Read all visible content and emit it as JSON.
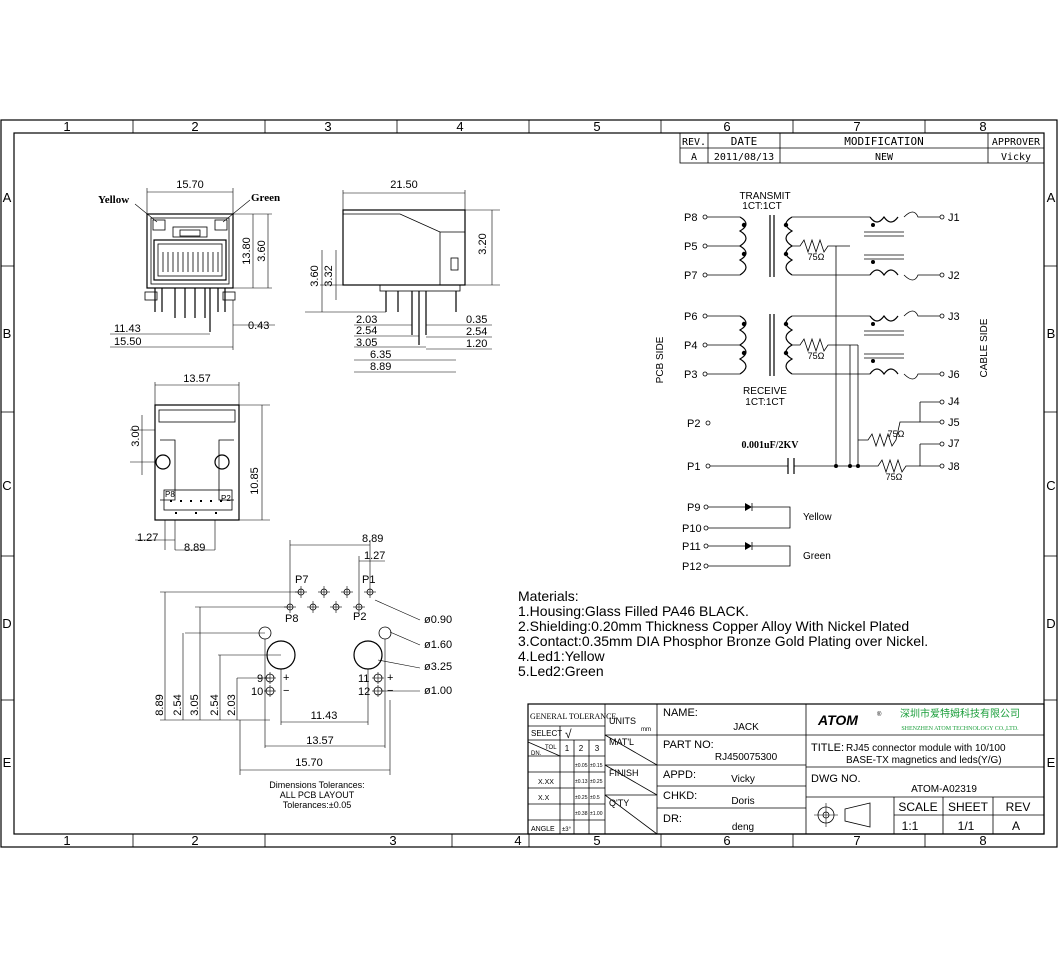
{
  "border": {
    "cols_top": [
      "1",
      "2",
      "3",
      "4",
      "5",
      "6",
      "7",
      "8"
    ],
    "cols_bottom": [
      "1",
      "2",
      "3",
      "4",
      "5",
      "6",
      "7",
      "8"
    ],
    "rows_left": [
      "A",
      "B",
      "C",
      "D",
      "E"
    ],
    "rows_right": [
      "A",
      "B",
      "C",
      "D",
      "E"
    ]
  },
  "revision_table": {
    "headers": [
      "REV.",
      "DATE",
      "MODIFICATION",
      "APPROVER"
    ],
    "row": [
      "A",
      "2011/08/13",
      "NEW",
      "Vicky"
    ]
  },
  "front_view": {
    "width": "15.70",
    "label_yellow": "Yellow",
    "label_green": "Green",
    "h1": "13.80",
    "h2": "3.60",
    "d1": "11.43",
    "d2": "15.50",
    "d3": "0.43"
  },
  "side_view": {
    "length": "21.50",
    "h_right": "3.20",
    "h_left1": "3.60",
    "h_left2": "3.32",
    "b1": "2.03",
    "b2": "2.54",
    "b3": "3.05",
    "b4": "6.35",
    "b5": "8.89",
    "r1": "0.35",
    "r2": "2.54",
    "r3": "1.20"
  },
  "bottom_view": {
    "width": "13.57",
    "h1": "3.00",
    "h2": "10.85",
    "w1": "1.27",
    "w2": "8.89",
    "p8": "P8",
    "p2": "P2"
  },
  "pcb_layout": {
    "top1": "8.89",
    "top2": "1.27",
    "p7": "P7",
    "p1": "P1",
    "p8": "P8",
    "p2": "P2",
    "d_090": "ø0.90",
    "d_160": "ø1.60",
    "d_325": "ø3.25",
    "d_100": "ø1.00",
    "pin9": "9",
    "pin10": "10",
    "pin11": "11",
    "pin12": "12",
    "v1": "8.89",
    "v2": "2.54",
    "v3": "3.05",
    "v4": "2.54",
    "v5": "2.03",
    "h1": "11.43",
    "h2": "13.57",
    "h3": "15.70",
    "tol_title": "Dimensions Tolerances:",
    "tol_line2": "ALL PCB LAYOUT",
    "tol_line3": "Tolerances:±0.05"
  },
  "schematic": {
    "transmit": "TRANSMIT",
    "transmit_ratio": "1CT:1CT",
    "receive": "RECEIVE",
    "receive_ratio": "1CT:1CT",
    "pcb_side": "PCB SIDE",
    "cable_side": "CABLE SIDE",
    "p8": "P8",
    "p5": "P5",
    "p7": "P7",
    "p6": "P6",
    "p4": "P4",
    "p3": "P3",
    "p2": "P2",
    "p1": "P1",
    "p9": "P9",
    "p10": "P10",
    "p11": "P11",
    "p12": "P12",
    "j1": "J1",
    "j2": "J2",
    "j3": "J3",
    "j6": "J6",
    "j4": "J4",
    "j5": "J5",
    "j7": "J7",
    "j8": "J8",
    "r75": "75Ω",
    "cap": "0.001uF/2KV",
    "yellow": "Yellow",
    "green": "Green"
  },
  "materials": {
    "title": "Materials:",
    "lines": [
      "1.Housing:Glass Filled PA46 BLACK.",
      "2.Shielding:0.20mm Thickness Copper Alloy With Nickel Plated",
      "3.Contact:0.35mm DIA Phosphor Bronze Gold Plating over Nickel.",
      "4.Led1:Yellow",
      "5.Led2:Green"
    ]
  },
  "title_block": {
    "gen_tol": "GENERAL TOLERANCE",
    "select": "SELECT",
    "check": "√",
    "tol": "TOL",
    "dn": "DN.",
    "c1": "1",
    "c2": "2",
    "c3": "3",
    "r1c1": "±0.05",
    "r1c2": "±0.15",
    "xxx": "X.XX",
    "r2c1": "±0.13",
    "r2c2": "±0.25",
    "xx": "X.X",
    "r3c1": "±0.25",
    "r3c2": "±0.5",
    "r4c1": "±0.38",
    "r4c2": "±1.00",
    "angle": "ANGLE",
    "angle_v": "±3°",
    "units": "UNITS",
    "units_v": "mm",
    "matl": "MAT'L",
    "finish": "FINISH",
    "qty": "Q'TY",
    "name_label": "NAME:",
    "name_value": "JACK",
    "part_label": "PART NO:",
    "part_value": "RJ450075300",
    "appd_label": "APPD:",
    "appd_value": "Vicky",
    "chkd_label": "CHKD:",
    "chkd_value": "Doris",
    "dr_label": "DR:",
    "dr_value": "deng",
    "logo": "ATOM",
    "company_cn": "深圳市爱特姆科技有限公司",
    "company_en": "SHENZHEN ATOM TECHNOLOGY CO.,LTD.",
    "title_label": "TITLE:",
    "title_line1": "RJ45 connector module with 10/100",
    "title_line2": "BASE-TX magnetics and leds(Y/G)",
    "dwg_label": "DWG NO.",
    "dwg_value": "ATOM-A02319",
    "scale_label": "SCALE",
    "sheet_label": "SHEET",
    "rev_label": "REV",
    "scale_value": "1:1",
    "sheet_value": "1/1",
    "rev_value": "A"
  },
  "colors": {
    "logo_green": "#1a9e3a"
  }
}
